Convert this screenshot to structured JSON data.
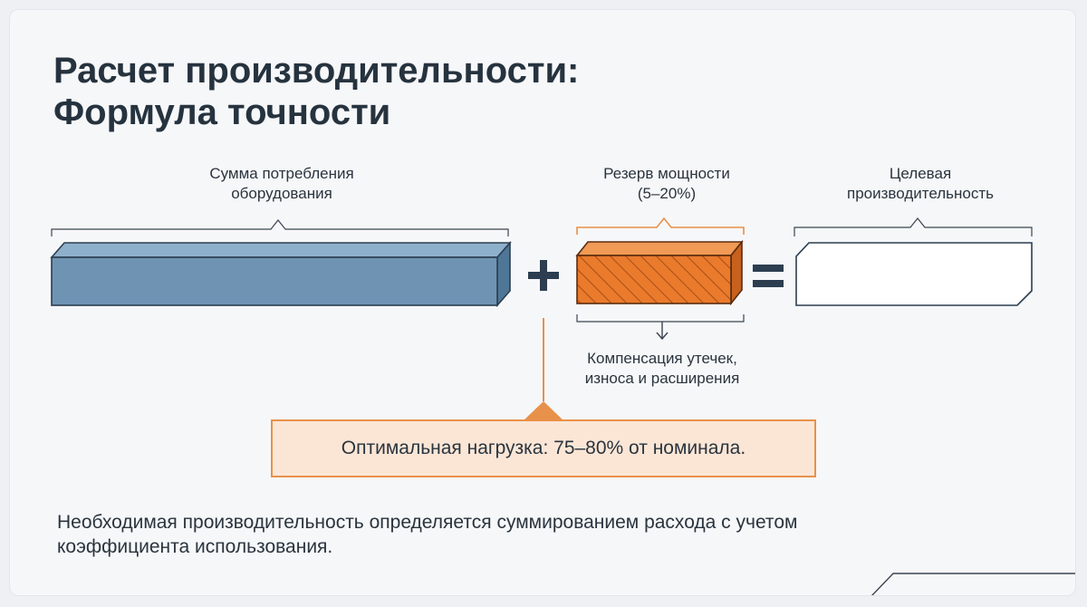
{
  "title": {
    "line1": "Расчет производительности:",
    "line2": "Формула точности"
  },
  "terms": {
    "sum": {
      "line1": "Сумма потребления",
      "line2": "оборудования"
    },
    "reserve": {
      "line1": "Резерв мощности",
      "line2": "(5–20%)"
    },
    "target": {
      "line1": "Целевая",
      "line2": "производительность"
    }
  },
  "compensation": {
    "line1": "Компенсация утечек,",
    "line2": "износа и расширения"
  },
  "callout": {
    "text": "Оптимальная нагрузка: 75–80% от номинала."
  },
  "footer": {
    "line1": "Необходимая производительность определяется суммированием расхода с учетом",
    "line2": "коэффициента использования."
  },
  "operators": {
    "plus": "+",
    "equals": "="
  },
  "colors": {
    "consumption_bar": "#6f94b3",
    "reserve_bar": "#ea7a2c",
    "accent_orange": "#e8914a",
    "callout_fill": "#fbe6d6",
    "dark_text": "#26333f"
  }
}
